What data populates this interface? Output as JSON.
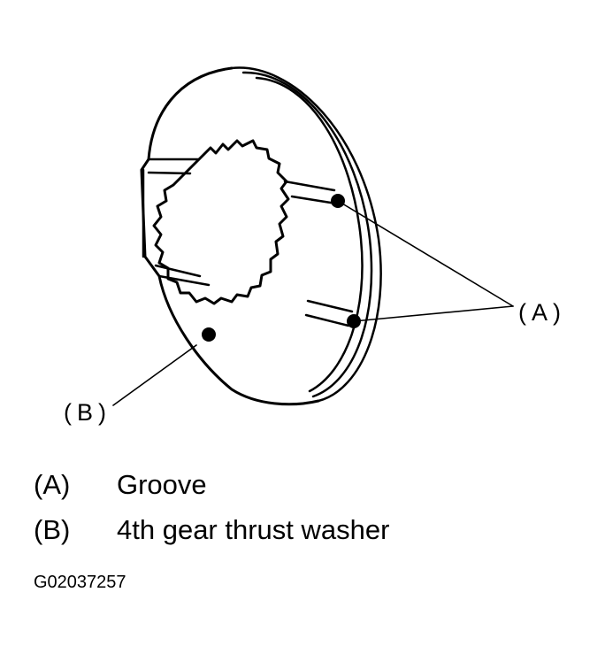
{
  "callouts": {
    "a": "(A)",
    "b": "(B)"
  },
  "legend": [
    {
      "key": "(A)",
      "text": "Groove"
    },
    {
      "key": "(B)",
      "text": "4th gear thrust washer"
    }
  ],
  "figure_id": "G02037257"
}
